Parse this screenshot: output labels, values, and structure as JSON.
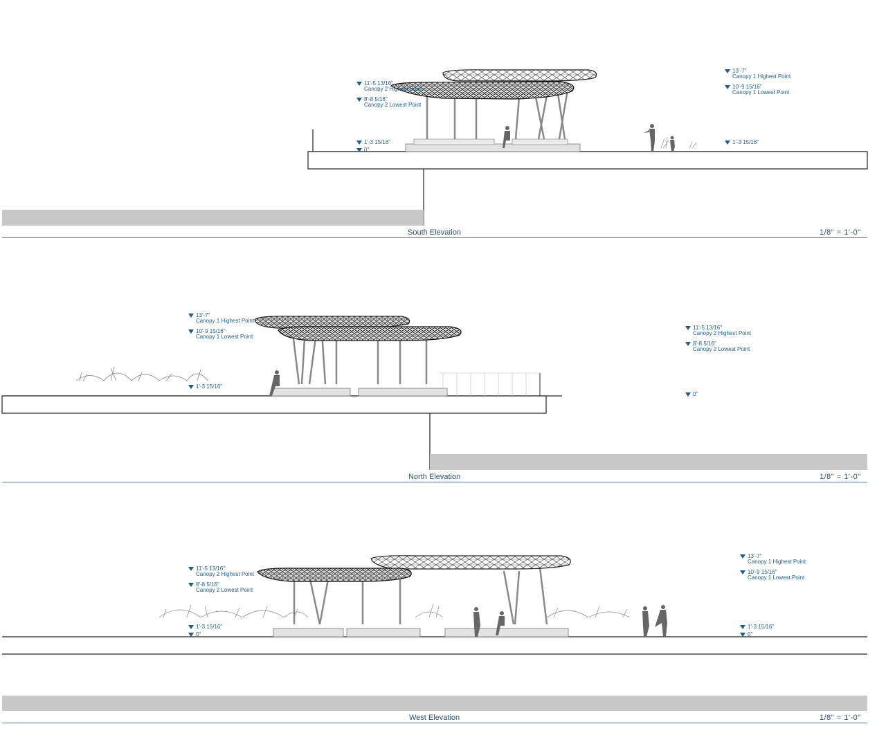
{
  "scale_text": "1/8\"   =   1'-0\"",
  "south": {
    "title": "South Elevation",
    "labels": [
      {
        "v": "11'-5 13/16\"",
        "d": "Canopy 2 Highest Point"
      },
      {
        "v": "8'-8 5/16\"",
        "d": "Canopy 2 Lowest Point"
      },
      {
        "v": "1'-3 15/16\"",
        "d": ""
      },
      {
        "v": "0\"",
        "d": ""
      },
      {
        "v": "13'-7\"",
        "d": "Canopy 1 Highest Point"
      },
      {
        "v": "10'-9 15/16\"",
        "d": "Canopy 1 Lowest Point"
      },
      {
        "v": "1'-3 15/16\"",
        "d": ""
      }
    ]
  },
  "north": {
    "title": "North Elevation",
    "labels": [
      {
        "v": "13'-7\"",
        "d": "Canopy 1 Highest Point"
      },
      {
        "v": "10'-9 15/16\"",
        "d": "Canopy 1 Lowest Point"
      },
      {
        "v": "1'-3 15/16\"",
        "d": ""
      },
      {
        "v": "11'-5 13/16\"",
        "d": "Canopy 2 Highest Point"
      },
      {
        "v": "8'-8 5/16\"",
        "d": "Canopy 2 Lowest Point"
      },
      {
        "v": "0\"",
        "d": ""
      }
    ]
  },
  "west": {
    "title": "West Elevation",
    "labels": [
      {
        "v": "11'-5 13/16\"",
        "d": "Canopy 2 Highest Point"
      },
      {
        "v": "8'-8 5/16\"",
        "d": "Canopy 2 Lowest Point"
      },
      {
        "v": "1'-3 15/16\"",
        "d": ""
      },
      {
        "v": "0\"",
        "d": ""
      },
      {
        "v": "13'-7\"",
        "d": "Canopy 1 Highest Point"
      },
      {
        "v": "10'-9 15/16\"",
        "d": "Canopy 1 Lowest Point"
      },
      {
        "v": "1'-3 15/16\"",
        "d": ""
      },
      {
        "v": "0\"",
        "d": ""
      }
    ]
  }
}
